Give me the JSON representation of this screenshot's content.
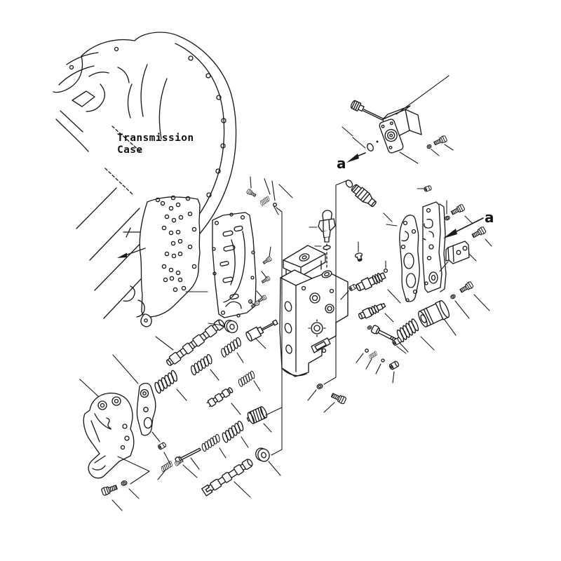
{
  "diagram": {
    "background": "#ffffff",
    "line_color": "#1c1c1c",
    "labels": {
      "case_line1": "Transmission",
      "case_line2": "Case",
      "marker_top": "a",
      "marker_right": "a"
    }
  }
}
